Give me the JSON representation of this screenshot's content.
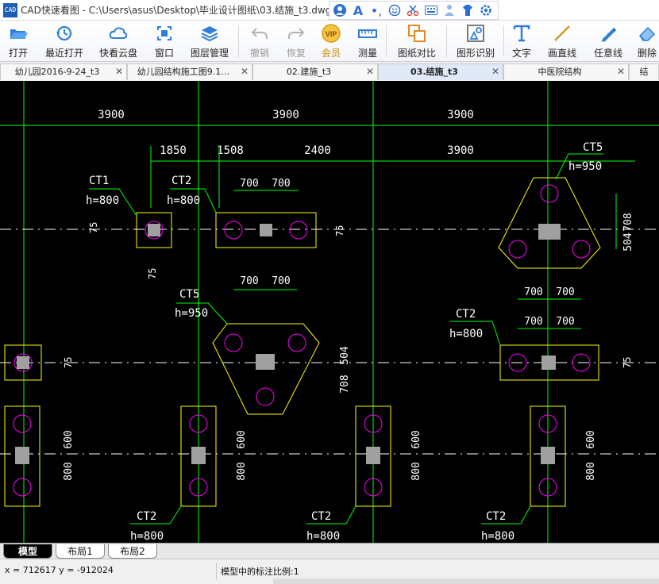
{
  "window": {
    "title": "CAD快速看图 - C:\\Users\\asus\\Desktop\\毕业设计图纸\\03.结施_t3.dwg",
    "logo_text": "CAD"
  },
  "ime_bar": {
    "icons": [
      "user-icon",
      "font-a-icon",
      "dots-icon",
      "smile-icon",
      "scissors-icon",
      "keyboard-icon",
      "person-icon",
      "shirt-icon",
      "gear-icon"
    ]
  },
  "toolbar": {
    "open": "打开",
    "recent": "最近打开",
    "cloud": "快看云盘",
    "window": "窗口",
    "layers": "图层管理",
    "undo": "撤销",
    "redo": "恢复",
    "vip": "会员",
    "vip_badge": "VIP",
    "measure": "测量",
    "compare": "图纸对比",
    "recognize": "图形识别",
    "text": "文字",
    "line": "画直线",
    "freeline": "任意线",
    "delete": "删除"
  },
  "tabs": [
    {
      "label": "幼儿园2016-9-24_t3",
      "active": false
    },
    {
      "label": "幼儿园结构施工图9.1…",
      "active": false
    },
    {
      "label": "02.建施_t3",
      "active": false
    },
    {
      "label": "03.结施_t3",
      "active": true
    },
    {
      "label": "中医院结构",
      "active": false
    },
    {
      "label": "结",
      "active": false
    }
  ],
  "tab_close_glyph": "✕",
  "drawing": {
    "colors": {
      "background": "#000000",
      "grid": "#00ff00",
      "footing": "#ffff00",
      "pile": "#ff00ff",
      "column": "#a0a0a0",
      "text": "#ffffff"
    },
    "dims_top": [
      "3900",
      "3900",
      "3900"
    ],
    "dims_second": [
      "1850",
      "1508",
      "2400",
      "3900"
    ],
    "dim_700": "700",
    "dim_75": "75",
    "dim_504": "504",
    "dim_708": "708",
    "dim_600": "600",
    "dim_800": "800",
    "footings": {
      "ct1": {
        "name": "CT1",
        "h": "h=800"
      },
      "ct2": {
        "name": "CT2",
        "h": "h=800"
      },
      "ct5": {
        "name": "CT5",
        "h": "h=950"
      }
    }
  },
  "layouts": [
    {
      "label": "模型",
      "active": true
    },
    {
      "label": "布局1",
      "active": false
    },
    {
      "label": "布局2",
      "active": false
    }
  ],
  "status": {
    "coords": "x = 712617  y = -912024",
    "scale": "模型中的标注比例:1"
  }
}
